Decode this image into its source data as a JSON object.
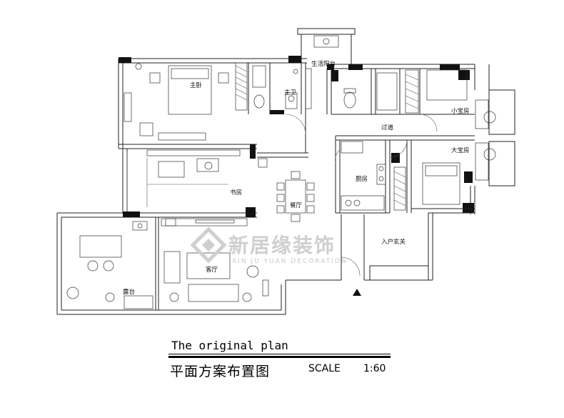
{
  "rooms": {
    "master_bedroom": "主卧",
    "master_bath": "主卫",
    "service_balcony": "生活阳台",
    "small_kids_room": "小宝房",
    "corridor": "过道",
    "big_kids_room": "大宝房",
    "kitchen": "厨房",
    "study": "书房",
    "dining": "餐厅",
    "entrance": "入户玄关",
    "living": "客厅",
    "terrace": "露台"
  },
  "watermark": {
    "cn": "新居缘装饰",
    "en": "XIN JU YUAN DECORATION"
  },
  "title": {
    "en": "The original plan",
    "cn": "平面方案布置图",
    "scale_label": "SCALE",
    "scale_value": "1:60"
  },
  "colors": {
    "wall": "#111111",
    "watermark": "#cfcfcf"
  }
}
